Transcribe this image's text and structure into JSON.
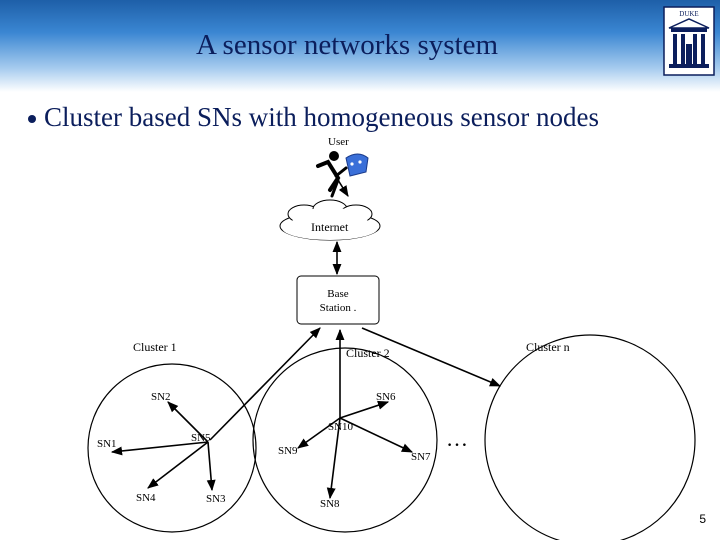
{
  "slide": {
    "title": "A sensor networks system",
    "bullet": "Cluster based SNs with homogeneous sensor nodes",
    "page_number": "5"
  },
  "logo": {
    "text": "DUKE"
  },
  "diagram": {
    "user_label": "User",
    "internet_label": "Internet",
    "base_station_label": "Base Station .",
    "clusters": [
      "Cluster 1",
      "Cluster 2",
      "Cluster n"
    ],
    "nodes": [
      "SN1",
      "SN2",
      "SN3",
      "SN4",
      "SN5",
      "SN6",
      "SN7",
      "SN8",
      "SN9",
      "SN10"
    ],
    "ellipsis": "…"
  },
  "colors": {
    "title": "#0b1e5c",
    "header_top": "#1e5fa8",
    "user_screen": "#3a6fd8"
  }
}
